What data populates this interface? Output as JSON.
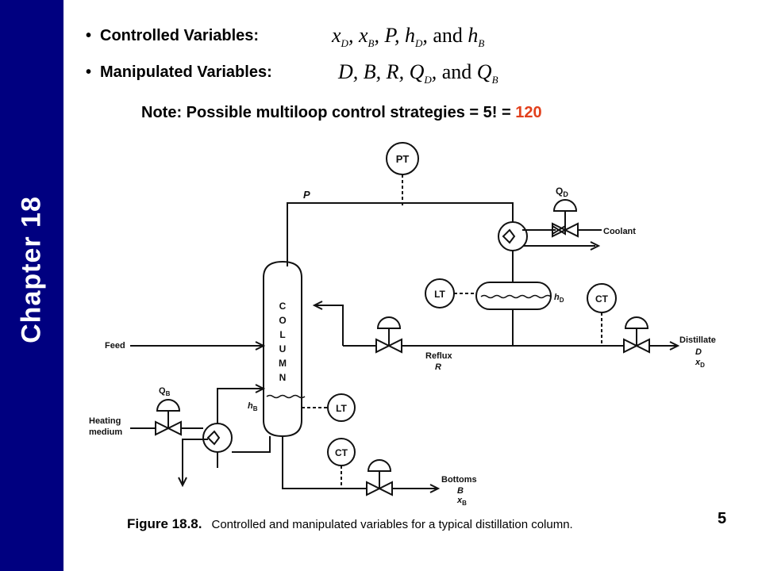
{
  "sidebar": {
    "chapter_label": "Chapter 18",
    "color": "#000080"
  },
  "bullets": {
    "controlled_label": "Controlled Variables:",
    "manipulated_label": "Manipulated Variables:"
  },
  "math": {
    "xd": "x",
    "xd_sub": "D",
    "xb": "x",
    "xb_sub": "B",
    "p": "P",
    "hd": "h",
    "hd_sub": "D",
    "and1": "and",
    "hb": "h",
    "hb_sub": "B",
    "d": "D",
    "b": "B",
    "r": "R",
    "qd": "Q",
    "qd_sub": "D",
    "and2": "and",
    "qb": "Q",
    "qb_sub": "B"
  },
  "note": {
    "text": "Note:  Possible multiloop control strategies = 5! = ",
    "highlight": "120",
    "highlight_color": "#e2401c"
  },
  "diagram": {
    "pt": "PT",
    "p": "P",
    "qd": "Q",
    "qd_sub": "D",
    "coolant": "Coolant",
    "lt_top": "LT",
    "ct_top": "CT",
    "hd": "h",
    "hd_sub": "D",
    "column_letters": [
      "C",
      "O",
      "L",
      "U",
      "M",
      "N"
    ],
    "feed": "Feed",
    "reflux": "Reflux",
    "r": "R",
    "distillate": "Distillate",
    "d": "D",
    "xd": "x",
    "xd_sub": "D",
    "qb": "Q",
    "qb_sub": "B",
    "heating1": "Heating",
    "heating2": "medium",
    "hb": "h",
    "hb_sub": "B",
    "lt_bottom": "LT",
    "ct_bottom": "CT",
    "bottoms": "Bottoms",
    "b": "B",
    "xb": "x",
    "xb_sub": "B"
  },
  "caption": {
    "figure": "Figure 18.8.",
    "text": "Controlled and manipulated variables for a typical distillation column."
  },
  "page_number": "5"
}
